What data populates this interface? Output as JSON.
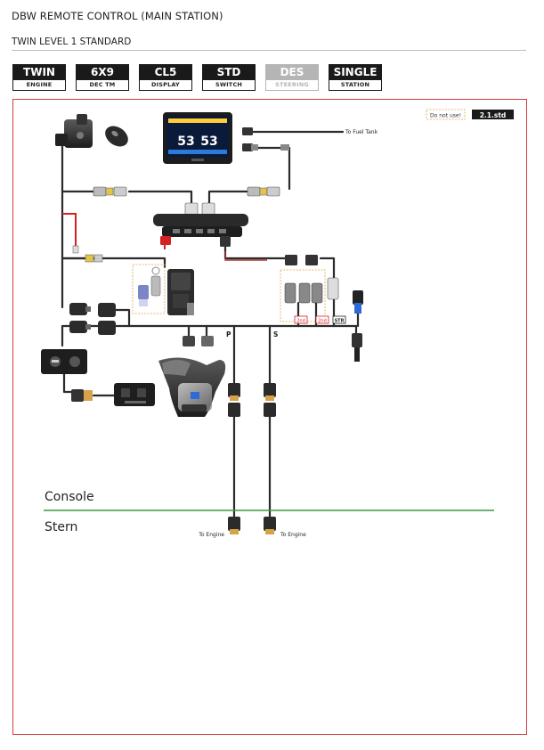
{
  "header": {
    "title": "DBW REMOTE CONTROL (MAIN STATION)",
    "subtitle": "TWIN LEVEL 1 STANDARD"
  },
  "badges": [
    {
      "top": "TWIN",
      "bottom": "ENGINE",
      "active": true
    },
    {
      "top": "6X9",
      "bottom": "DEC TM",
      "active": true
    },
    {
      "top": "CL5",
      "bottom": "DISPLAY",
      "active": true
    },
    {
      "top": "STD",
      "bottom": "SWITCH",
      "active": true
    },
    {
      "top": "DES",
      "bottom": "STEERING",
      "active": false
    },
    {
      "top": "SINGLE",
      "bottom": "STATION",
      "active": true
    }
  ],
  "diagram": {
    "do_not_use": "Do not use!",
    "version": "2.1.std",
    "to_fuel_tank": "To Fuel Tank",
    "port_label": "P",
    "starboard_label": "S",
    "tag_2nd_a": "2nd",
    "tag_2nd_b": "2nd",
    "tag_str": "STR",
    "display_digits_left": "53",
    "display_digits_right": "53",
    "console_label": "Console",
    "stern_label": "Stern",
    "to_engine_left": "To Engine",
    "to_engine_right": "To Engine"
  },
  "colors": {
    "frame": "#d63a3a",
    "divider": "#3c9a45",
    "harness": "#2b2b2b",
    "red_wire": "#d32222",
    "orange_dash": "#e0a24a",
    "badge_dark": "#1a1a1a",
    "badge_dim": "#b5b5b5"
  }
}
